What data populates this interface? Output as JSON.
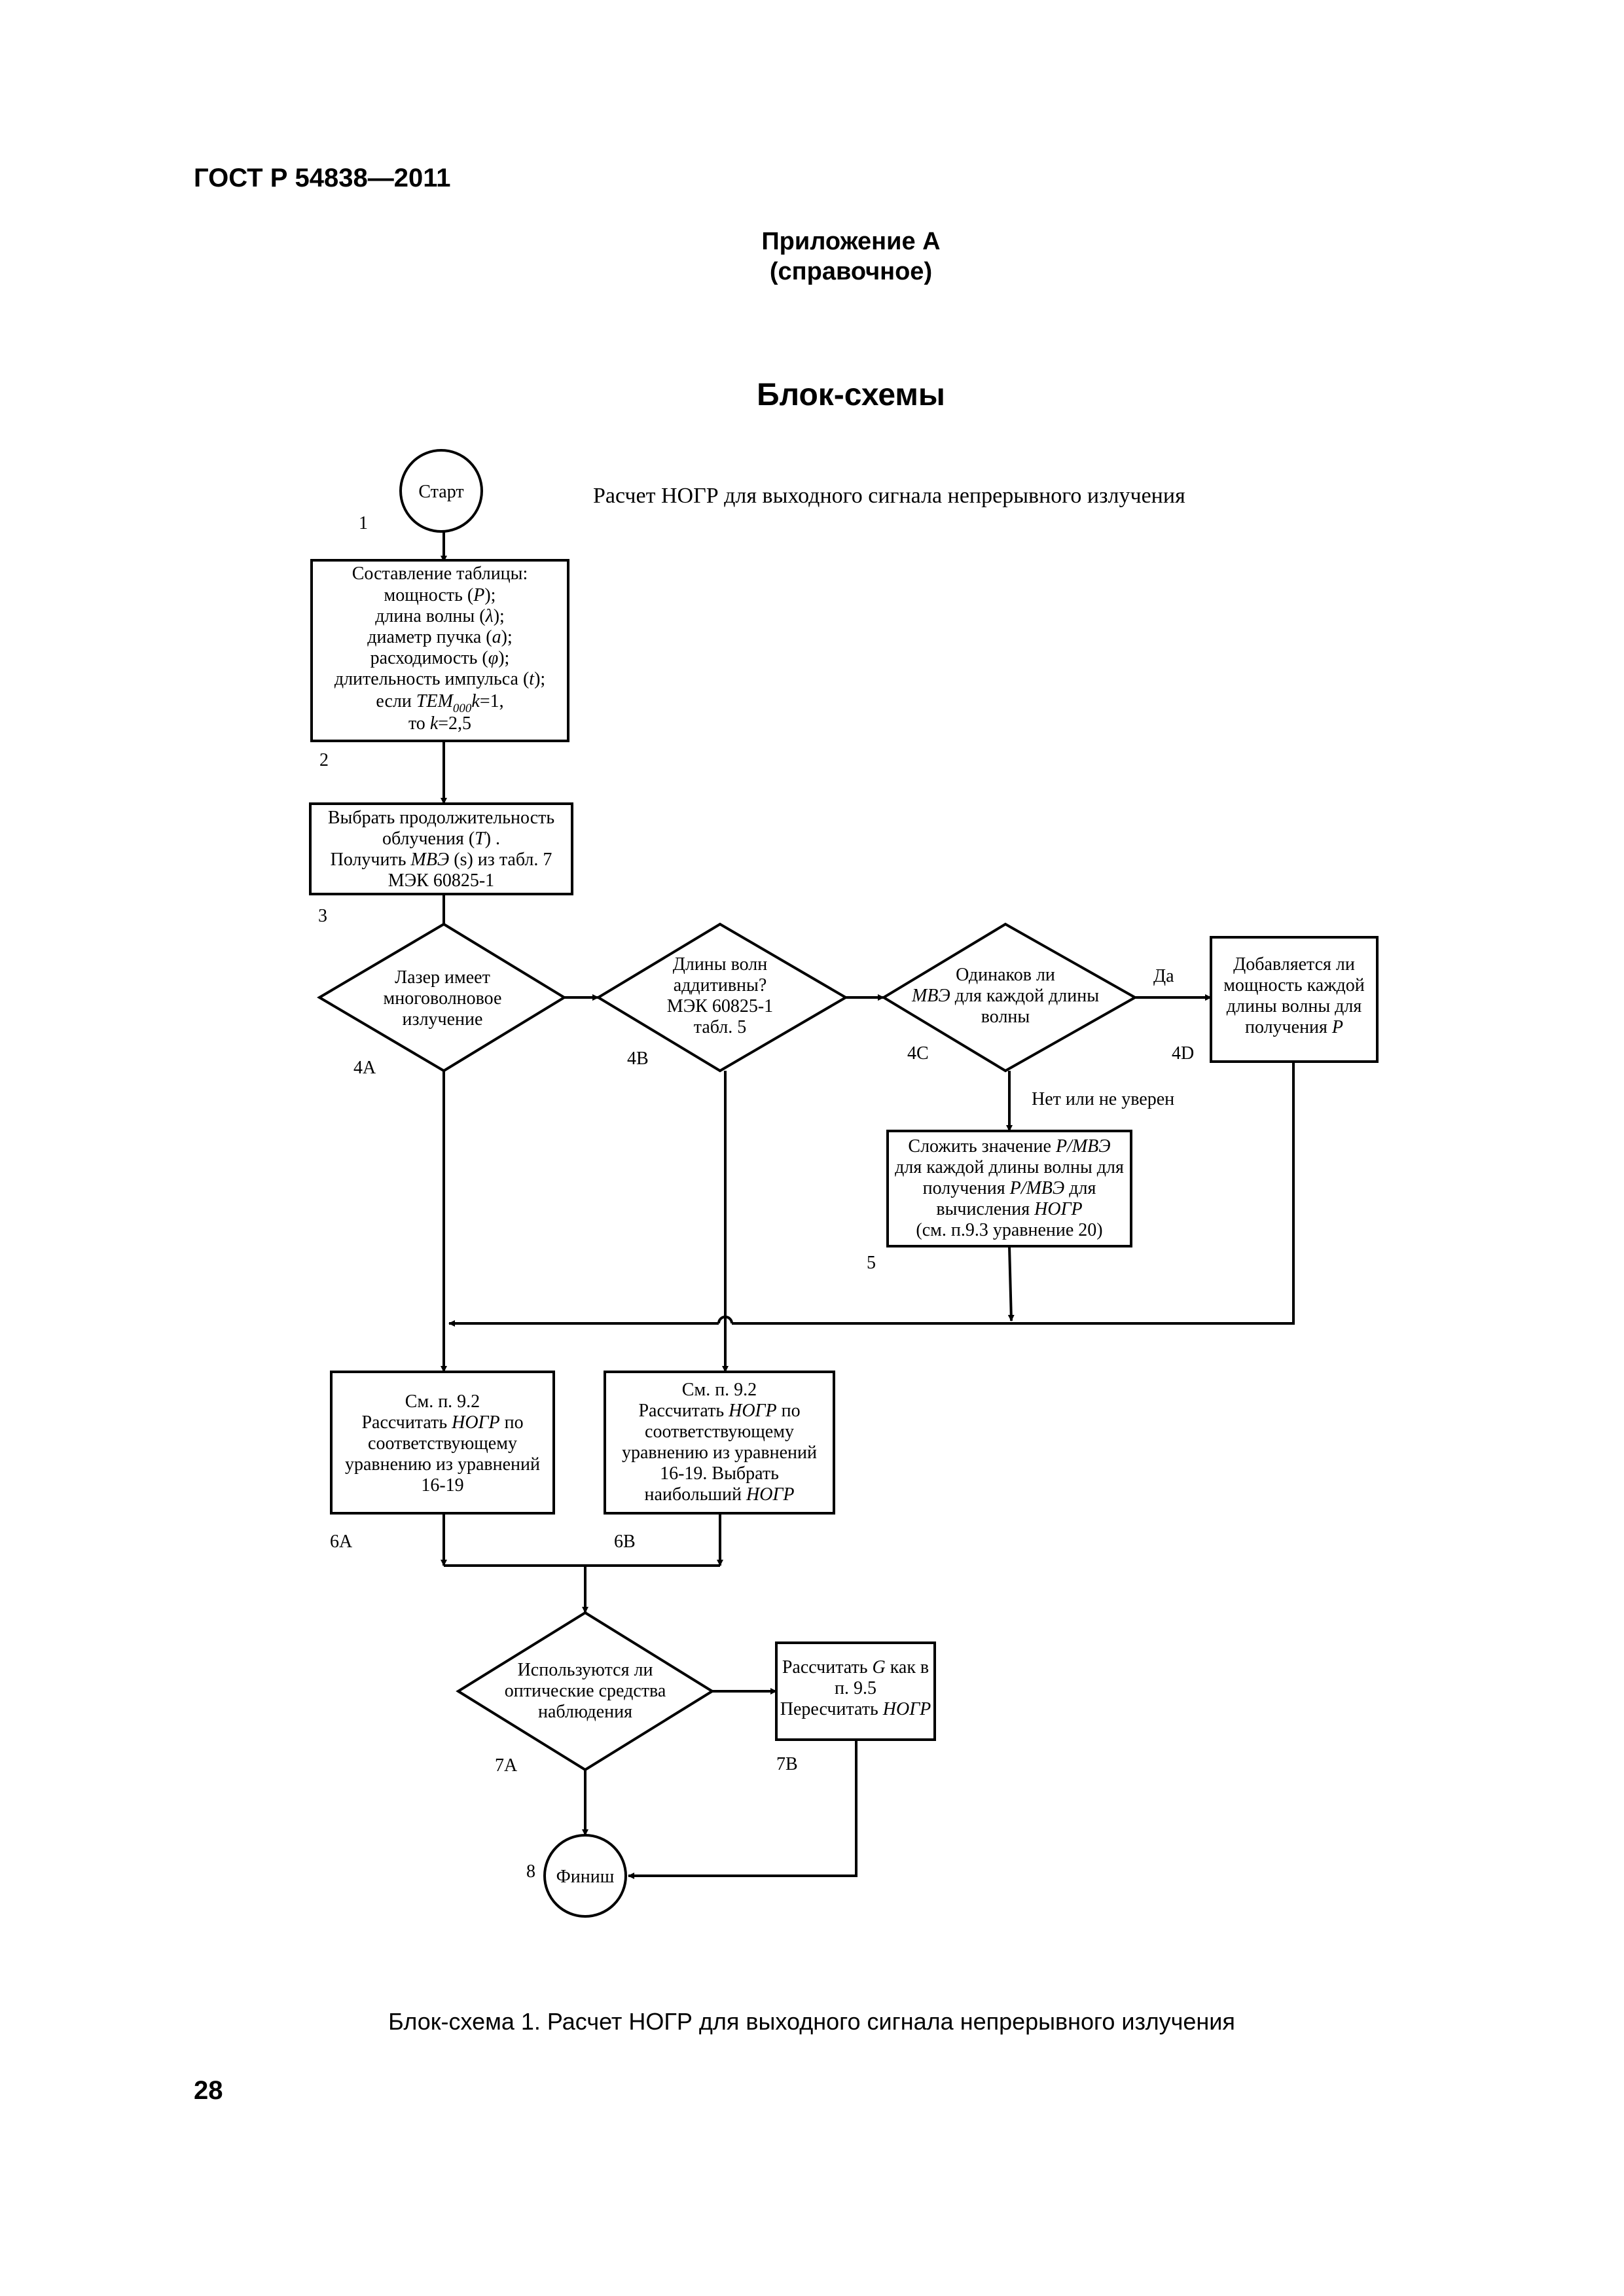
{
  "header": {
    "doc_code": "ГОСТ Р 54838—2011",
    "appendix_line1": "Приложение А",
    "appendix_line2": "(справочное)",
    "title": "Блок-схемы"
  },
  "diagram": {
    "heading": "Расчет НОГР для выходного сигнала непрерывного излучения",
    "start_label": "Старт",
    "finish_label": "Финиш",
    "step_numbers": {
      "n1": "1",
      "n2": "2",
      "n3": "3",
      "n4a": "4A",
      "n4b": "4B",
      "n4c": "4C",
      "n4d": "4D",
      "n5": "5",
      "n6a": "6A",
      "n6b": "6B",
      "n7a": "7A",
      "n7b": "7B",
      "n8": "8"
    },
    "box1": {
      "l1": "Составление таблицы:",
      "l2_pre": "мощность (",
      "l2_var": "P",
      "l2_post": ");",
      "l3_pre": "длина волны (",
      "l3_var": "λ",
      "l3_post": ");",
      "l4_pre": "диаметр пучка (",
      "l4_var": "a",
      "l4_post": ");",
      "l5_pre": "расходимость (",
      "l5_var": "φ",
      "l5_post": ");",
      "l6_pre": "длительность импульса (",
      "l6_var": "t",
      "l6_post": ");",
      "l7_pre": "если ",
      "l7_var": "TEM",
      "l7_sub": "000",
      "l7_var2": "k",
      "l7_post": "=1,",
      "l8_pre": "то ",
      "l8_var": "k",
      "l8_post": "=2,5"
    },
    "box2": {
      "l1": "Выбрать продолжительность",
      "l2_pre": "облучения (",
      "l2_var": "T",
      "l2_post": ") .",
      "l3_pre": "Получить ",
      "l3_var": "МВЭ",
      "l3_post": " (s)  из табл. 7",
      "l4": "МЭК 60825-1"
    },
    "dec4a": {
      "l1": "Лазер имеет",
      "l2": "многоволновое",
      "l3": "излучение"
    },
    "dec4b": {
      "l1": "Длины волн",
      "l2": "аддитивны?",
      "l3": "МЭК 60825-1",
      "l4": "табл. 5"
    },
    "dec4c": {
      "l1": "Одинаков ли",
      "l2_var": "МВЭ",
      "l2_post": " для каждой длины",
      "l3": "волны"
    },
    "box4d": {
      "l1": "Добавляется ли",
      "l2": "мощность каждой",
      "l3": "длины волны для",
      "l4_pre": "получения ",
      "l4_var": "P"
    },
    "box5": {
      "l1_pre": "Сложить значение ",
      "l1_var": "P/МВЭ",
      "l2": "для каждой длины волны для",
      "l3_pre": "получения ",
      "l3_var": "P/МВЭ",
      "l3_post": " для",
      "l4_pre": "вычисления ",
      "l4_var": "НОГР",
      "l5": "(см. п.9.3 уравнение 20)"
    },
    "box6a": {
      "l1": "См. п. 9.2",
      "l2_pre": "Рассчитать ",
      "l2_var": "НОГР",
      "l2_post": " по",
      "l3": "соответствующему",
      "l4": "уравнению из уравнений",
      "l5": "16-19"
    },
    "box6b": {
      "l1": "См. п. 9.2",
      "l2_pre": "Рассчитать ",
      "l2_var": "НОГР",
      "l2_post": " по",
      "l3": "соответствующему",
      "l4": "уравнению из уравнений",
      "l5": "16-19.  Выбрать",
      "l6_pre": "наибольший ",
      "l6_var": "НОГР"
    },
    "dec7a": {
      "l1": "Используются ли",
      "l2": "оптические средства",
      "l3": "наблюдения"
    },
    "box7b": {
      "l1_pre": "Рассчитать ",
      "l1_var": "G",
      "l1_post": " как в",
      "l2": "п. 9.5",
      "l3_pre": "Пересчитать ",
      "l3_var": "НОГР"
    },
    "edge_yes": "Да",
    "edge_no": "Нет или не уверен"
  },
  "caption": "Блок-схема 1. Расчет НОГР для выходного сигнала непрерывного излучения",
  "page_number": "28"
}
